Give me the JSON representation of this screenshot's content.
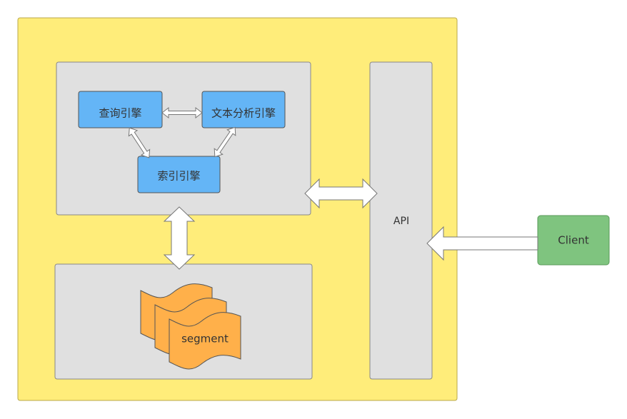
{
  "nodes": {
    "query_engine": "查询引擎",
    "text_analysis_engine": "文本分析引擎",
    "index_engine": "索引引擎",
    "segment": "segment",
    "api": "API",
    "client": "Client"
  },
  "colors": {
    "background": "#ffffff",
    "container": "#ffed7a",
    "panel": "#e0e0e0",
    "engine": "#64b5f6",
    "segment": "#ffb04a",
    "client": "#7fc47f",
    "arrow_fill": "#ffffff",
    "stroke": "#888888"
  }
}
